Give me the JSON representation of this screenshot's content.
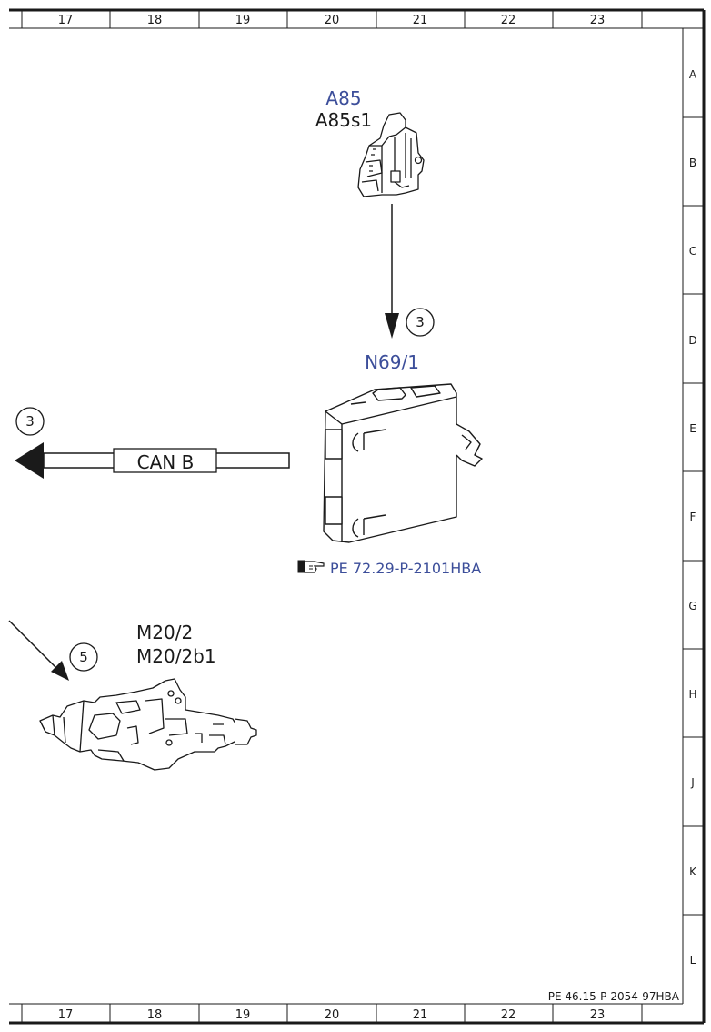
{
  "columns": [
    "17",
    "18",
    "19",
    "20",
    "21",
    "22",
    "23"
  ],
  "rows": [
    "A",
    "B",
    "C",
    "D",
    "E",
    "F",
    "G",
    "H",
    "J",
    "K",
    "L"
  ],
  "components": {
    "a85_code": "A85",
    "a85_sub": "A85s1",
    "n69_code": "N69/1",
    "m20_code": "M20/2",
    "m20_sub": "M20/2b1"
  },
  "markers": {
    "arrow_a85_to_n69": "3",
    "can_b_arrow": "3",
    "m20_arrow": "5"
  },
  "bus_label": "CAN B",
  "reference": {
    "icon": "pointing-hand-icon",
    "text": "PE 72.29-P-2101HBA"
  },
  "footer_ref": "PE 46.15-P-2054-97HBA",
  "colors": {
    "accent": "#3c4e9a",
    "line": "#1a1a1a"
  }
}
